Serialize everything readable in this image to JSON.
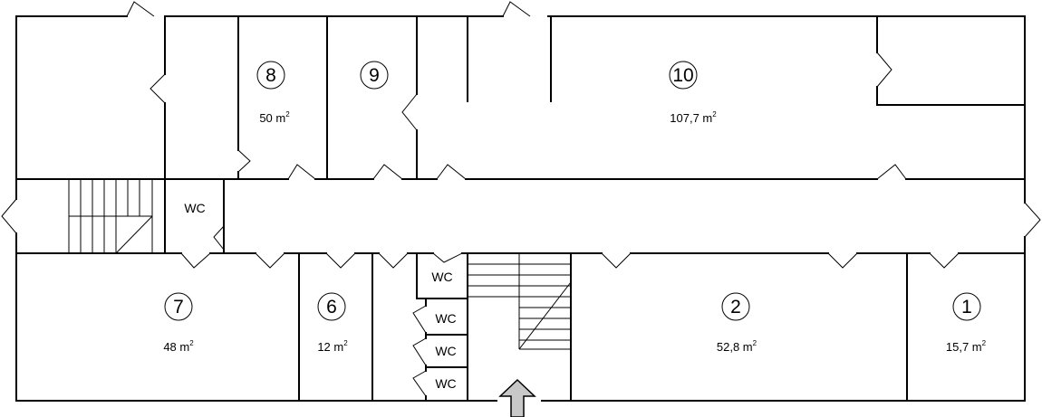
{
  "rooms": [
    {
      "number": "1",
      "area": "15,7 m",
      "sup": "2"
    },
    {
      "number": "2",
      "area": "52,8 m",
      "sup": "2"
    },
    {
      "number": "6",
      "area": "12 m",
      "sup": "2"
    },
    {
      "number": "7",
      "area": "48 m",
      "sup": "2"
    },
    {
      "number": "8",
      "area": "50 m",
      "sup": "2"
    },
    {
      "number": "9"
    },
    {
      "number": "10",
      "area": "107,7 m",
      "sup": "2"
    }
  ],
  "wc_label": "WC",
  "icons": {
    "entrance": "entrance-arrow-icon",
    "stairs": "staircase-icon"
  },
  "colors": {
    "wall": "#000000",
    "arrow_fill": "#c8c8c8",
    "background": "#ffffff"
  }
}
